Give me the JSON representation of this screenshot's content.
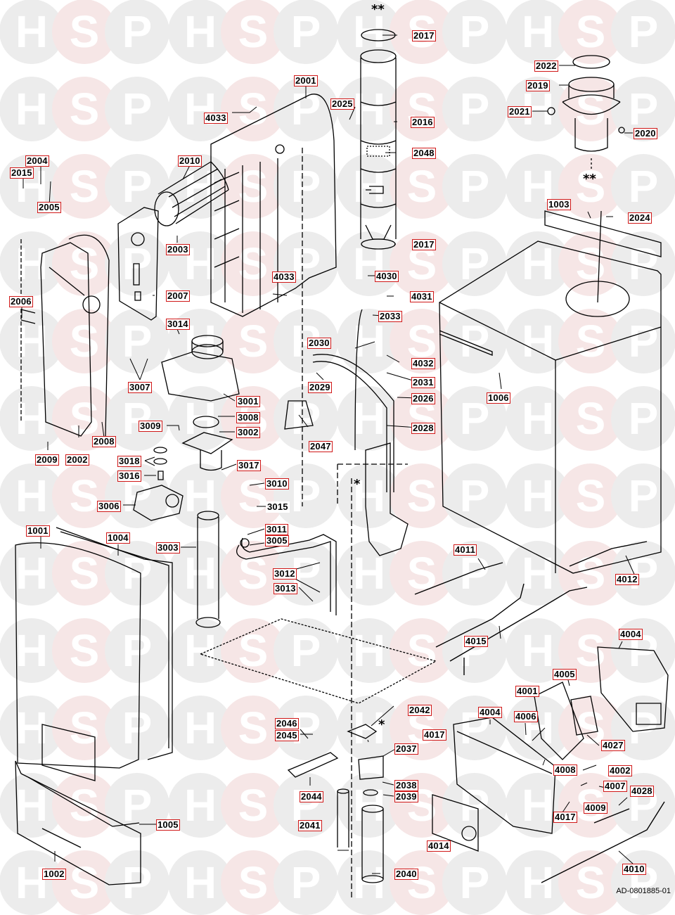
{
  "diagram": {
    "type": "exploded-parts-diagram",
    "subject": "Wall-hung gas boiler",
    "watermark_letters": [
      "H",
      "S",
      "P"
    ],
    "colors": {
      "label_border": "#d01818",
      "watermark_grey": "#ececec",
      "watermark_pink": "#f6e6e6",
      "line": "#000000"
    },
    "reference_code": "AD-0801885-01",
    "markers": {
      "double_star": "**",
      "single_star": "*"
    },
    "labels": {
      "p1001": "1001",
      "p1002": "1002",
      "p1003": "1003",
      "p1004": "1004",
      "p1005": "1005",
      "p1006": "1006",
      "p2001": "2001",
      "p2002": "2002",
      "p2003": "2003",
      "p2004": "2004",
      "p2005": "2005",
      "p2006": "2006",
      "p2007": "2007",
      "p2008": "2008",
      "p2009": "2009",
      "p2010": "2010",
      "p2015": "2015",
      "p2016": "2016",
      "p2017a": "2017",
      "p2017b": "2017",
      "p2019": "2019",
      "p2020": "2020",
      "p2021": "2021",
      "p2022": "2022",
      "p2024": "2024",
      "p2025": "2025",
      "p2026": "2026",
      "p2028": "2028",
      "p2029": "2029",
      "p2030": "2030",
      "p2031": "2031",
      "p2033": "2033",
      "p2037": "2037",
      "p2038": "2038",
      "p2039": "2039",
      "p2040": "2040",
      "p2041": "2041",
      "p2042": "2042",
      "p2044": "2044",
      "p2045": "2045",
      "p2046": "2046",
      "p2047": "2047",
      "p2048": "2048",
      "p3001": "3001",
      "p3002": "3002",
      "p3003": "3003",
      "p3005": "3005",
      "p3006": "3006",
      "p3007": "3007",
      "p3008": "3008",
      "p3009": "3009",
      "p3010": "3010",
      "p3011": "3011",
      "p3012": "3012",
      "p3013": "3013",
      "p3014": "3014",
      "p3015": "3015",
      "p3016": "3016",
      "p3017": "3017",
      "p3018": "3018",
      "p4001": "4001",
      "p4002": "4002",
      "p4004a": "4004",
      "p4004b": "4004",
      "p4005": "4005",
      "p4006": "4006",
      "p4007": "4007",
      "p4008": "4008",
      "p4009": "4009",
      "p4010": "4010",
      "p4011": "4011",
      "p4012": "4012",
      "p4014": "4014",
      "p4015": "4015",
      "p4017a": "4017",
      "p4017b": "4017",
      "p4027": "4027",
      "p4028": "4028",
      "p4030": "4030",
      "p4031": "4031",
      "p4032": "4032",
      "p4033a": "4033",
      "p4033b": "4033"
    }
  }
}
